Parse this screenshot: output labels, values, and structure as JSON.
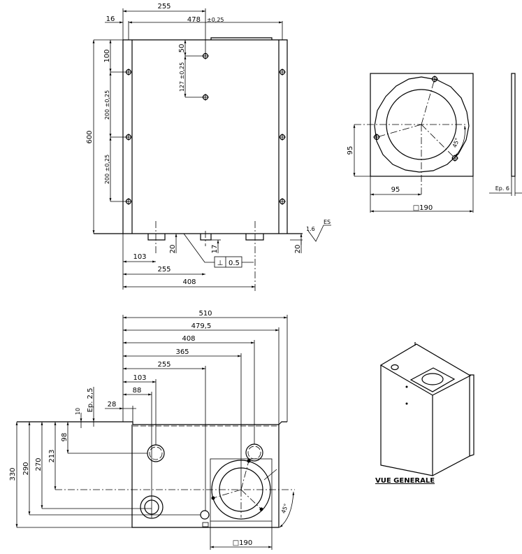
{
  "front_view": {
    "dim_255_top": "255",
    "dim_16": "16",
    "dim_478": "478",
    "tol_478": "±0,25",
    "dim_600": "600",
    "dim_100": "100",
    "dim_200_a": "200 ±0,25",
    "dim_200_b": "200 ±0,25",
    "dim_50": "50",
    "dim_127": "127 ±0,25",
    "dim_103": "103",
    "dim_255_bottom": "255",
    "dim_408": "408",
    "dim_20_left": "20",
    "dim_17": "17",
    "dim_20_right": "20",
    "tolerance_symbol": "⊥",
    "tolerance_value": "0.5",
    "roughness": "1.6",
    "roughness_code": "ES"
  },
  "plate_view": {
    "dim_95_v": "95",
    "dim_95_h": "95",
    "dim_190": "□190",
    "angle": "45°",
    "thickness": "Ep. 6"
  },
  "top_view": {
    "dim_510": "510",
    "dim_479_5": "479,5",
    "dim_408": "408",
    "dim_365": "365",
    "dim_255": "255",
    "dim_103": "103",
    "dim_88": "88",
    "dim_28": "28",
    "dim_10": "10",
    "thickness": "Ep. 2,5",
    "dim_330": "330",
    "dim_290": "290",
    "dim_270": "270",
    "dim_213": "213",
    "dim_98": "98",
    "angle": "45°",
    "dim_190": "□190"
  },
  "iso_view": {
    "caption": "VUE GENERALE"
  }
}
